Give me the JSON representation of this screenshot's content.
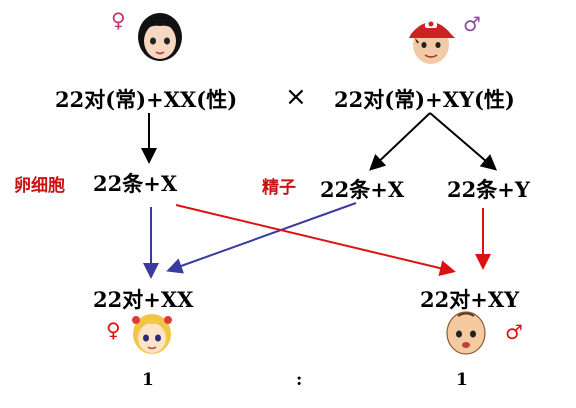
{
  "female_parent": {
    "symbol": "♀",
    "genotype": "22对(常)+XX(性)",
    "cell_label": "卵细胞",
    "gamete": "22条+X"
  },
  "cross_symbol": "×",
  "male_parent": {
    "symbol": "♂",
    "genotype": "22对(常)+XY(性)",
    "cell_label": "精子",
    "gamete_x": "22条+X",
    "gamete_y": "22条+Y"
  },
  "offspring_female": {
    "genotype": "22对+XX",
    "symbol": "♀",
    "ratio": "1"
  },
  "offspring_male": {
    "genotype": "22对+XY",
    "symbol": "♂",
    "ratio": "1"
  },
  "ratio_separator": ":",
  "colors": {
    "female_sign": "#c0386b",
    "male_sign": "#8a4aa0",
    "red": "#dd1111",
    "blue": "#3a3aa0"
  }
}
